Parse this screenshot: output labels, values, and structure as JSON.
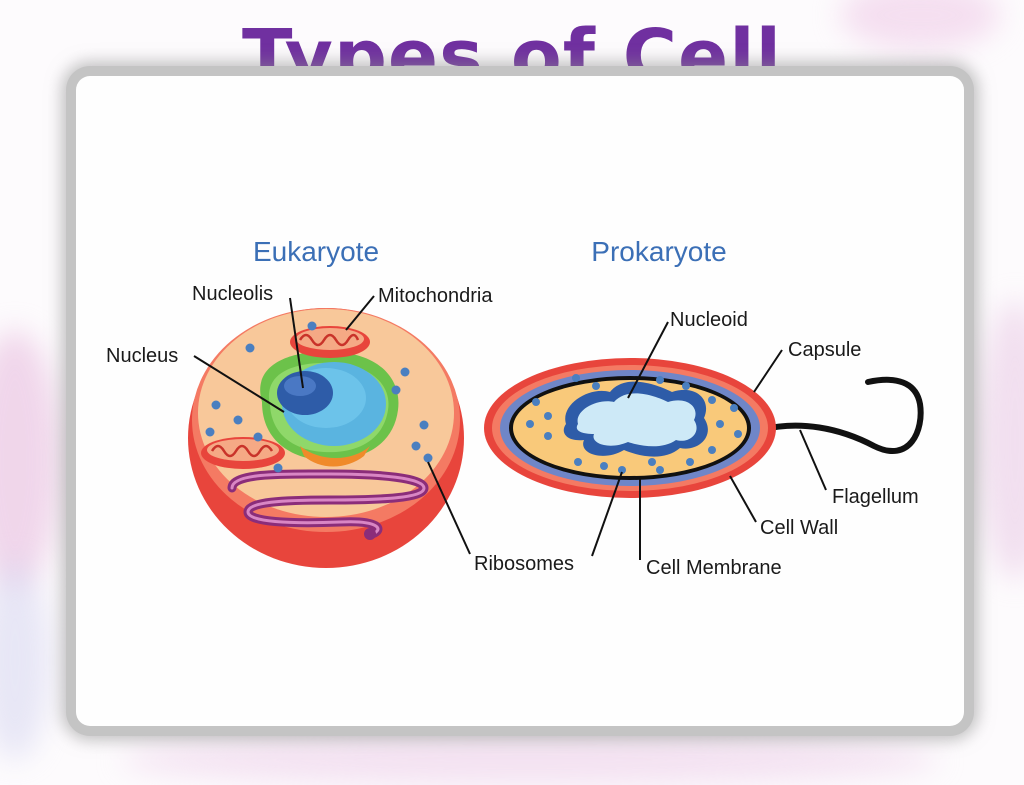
{
  "title": "Types of Cell",
  "colors": {
    "title": "#7030a0",
    "heading": "#3b6fb6",
    "cell_outer": "#e8453c",
    "cytoplasm": "#f8c89a",
    "nucleus_fill": "#5ab4e0",
    "nucleolus_fill": "#2e5ca8",
    "er_green": "#6cc24a",
    "ribosome": "#4a7fc0",
    "golgi": "#8b2d7a",
    "prok_cytoplasm": "#f9c97a",
    "prok_membrane": "#6f86c8",
    "nucleoid_fill": "#cde9f7"
  },
  "diagram": {
    "eukaryote": {
      "heading": "Eukaryote",
      "labels": {
        "nucleolis": "Nucleolis",
        "mitochondria": "Mitochondria",
        "nucleus": "Nucleus",
        "ribosomes": "Ribosomes"
      }
    },
    "prokaryote": {
      "heading": "Prokaryote",
      "labels": {
        "nucleoid": "Nucleoid",
        "capsule": "Capsule",
        "flagellum": "Flagellum",
        "cell_wall": "Cell Wall",
        "cell_membrane": "Cell Membrane"
      }
    }
  }
}
